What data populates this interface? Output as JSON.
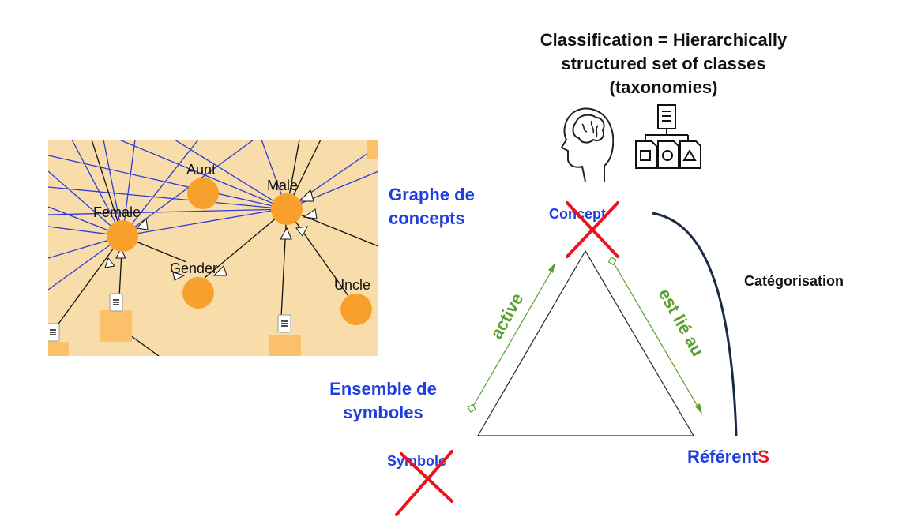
{
  "title": "Classification = Hierarchically\nstructured set of classes\n(taxonomies)",
  "graph_image": {
    "node_labels": {
      "aunt": "Aunt",
      "male": "Male",
      "female": "Female",
      "gender": "Gender",
      "uncle": "Uncle"
    },
    "colors": {
      "background": "#f8dcaa",
      "node": "#f7a02c",
      "edge_blue": "#2d3bd6",
      "edge_black": "#111111",
      "box": "#fbc06a"
    }
  },
  "labels": {
    "graphe": "Graphe de\nconcepts",
    "ensemble": "Ensemble de\nsymboles",
    "concept": "Concept",
    "symbole": "Symbole",
    "referent_main": "Référent",
    "referent_suffix": "S",
    "categorisation": "Catégorisation",
    "active": "active",
    "est_lie_au": "est lié au"
  },
  "icons": {
    "brain": "brain-head-icon",
    "hierarchy": "hierarchy-document-icon"
  },
  "colors": {
    "blue": "#1f3ee0",
    "red": "#e8141e",
    "green": "#5aa030",
    "navy": "#1b2a44"
  }
}
